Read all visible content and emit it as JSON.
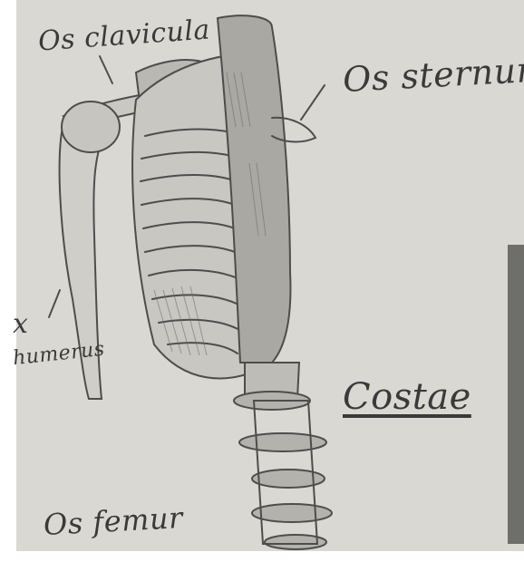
{
  "labels": {
    "clavicle": "Os clavicula",
    "sternum": "Os sternum",
    "costae": "Costae",
    "femur": "Os femur",
    "x_fragment": "x",
    "humerus_fragment": "humerus"
  },
  "colors": {
    "paper": "#d9d8d3",
    "pencil": "#4d4d4d",
    "pencil_light": "#8a8a86",
    "margin_white": "#ffffff"
  }
}
